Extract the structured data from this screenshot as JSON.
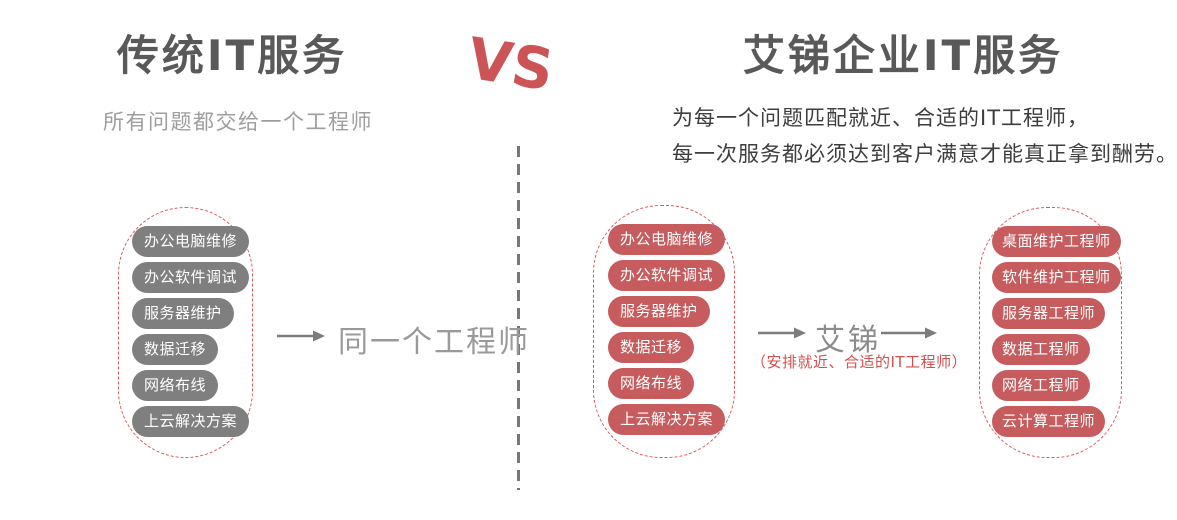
{
  "versus_label": "VS",
  "left": {
    "title": "传统IT服务",
    "subtitle": "所有问题都交给一个工程师",
    "services": [
      "办公电脑维修",
      "办公软件调试",
      "服务器维护",
      "数据迁移",
      "网络布线",
      "上云解决方案"
    ],
    "result_label": "同一个工程师"
  },
  "right": {
    "title": "艾锑企业IT服务",
    "subtitle_line1": "为每一个问题匹配就近、合适的IT工程师，",
    "subtitle_line2": "每一次服务都必须达到客户满意才能真正拿到酬劳。",
    "services": [
      "办公电脑维修",
      "办公软件调试",
      "服务器维护",
      "数据迁移",
      "网络布线",
      "上云解决方案"
    ],
    "broker_label": "艾锑",
    "broker_note": "（安排就近、合适的IT工程师）",
    "engineers": [
      "桌面维护工程师",
      "软件维护工程师",
      "服务器工程师",
      "数据工程师",
      "网络工程师",
      "云计算工程师"
    ]
  },
  "colors": {
    "title_gray": "#595959",
    "subtitle_light_gray": "#9e9e9e",
    "subtitle_dark": "#3d3d3d",
    "vs_red": "#cc5356",
    "pill_gray": "#7f7f7f",
    "pill_red": "#c75c5f",
    "dashed_border_red": "#d9575a",
    "broker_note_red": "#d44f4f",
    "divider_gray": "#777777",
    "arrow_gray": "#7d7d7d"
  }
}
